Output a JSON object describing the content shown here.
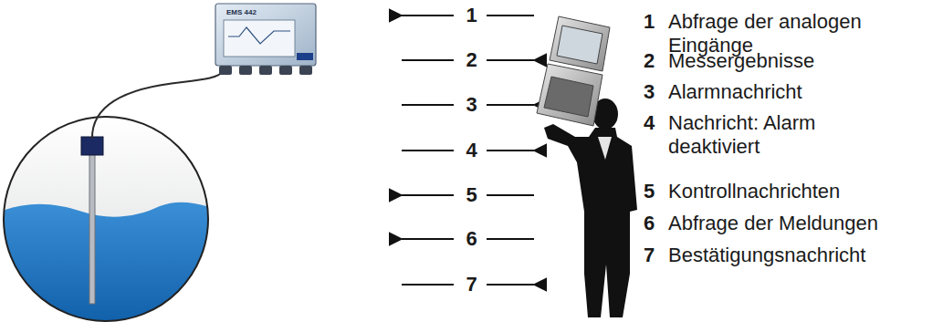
{
  "diagram": {
    "labels": [
      "EMS 442",
      "1",
      "2",
      "3",
      "4",
      "5",
      "6",
      "7",
      "1",
      "Abfrage der analogen Eingänge",
      "2",
      "Messergebnisse",
      "3",
      "Alarmnachricht",
      "4",
      "Nachricht: Alarm deaktiviert",
      "5",
      "Kontrollnachrichten",
      "6",
      "Abfrage der Meldungen",
      "7",
      "Bestätigungsnachricht"
    ]
  }
}
